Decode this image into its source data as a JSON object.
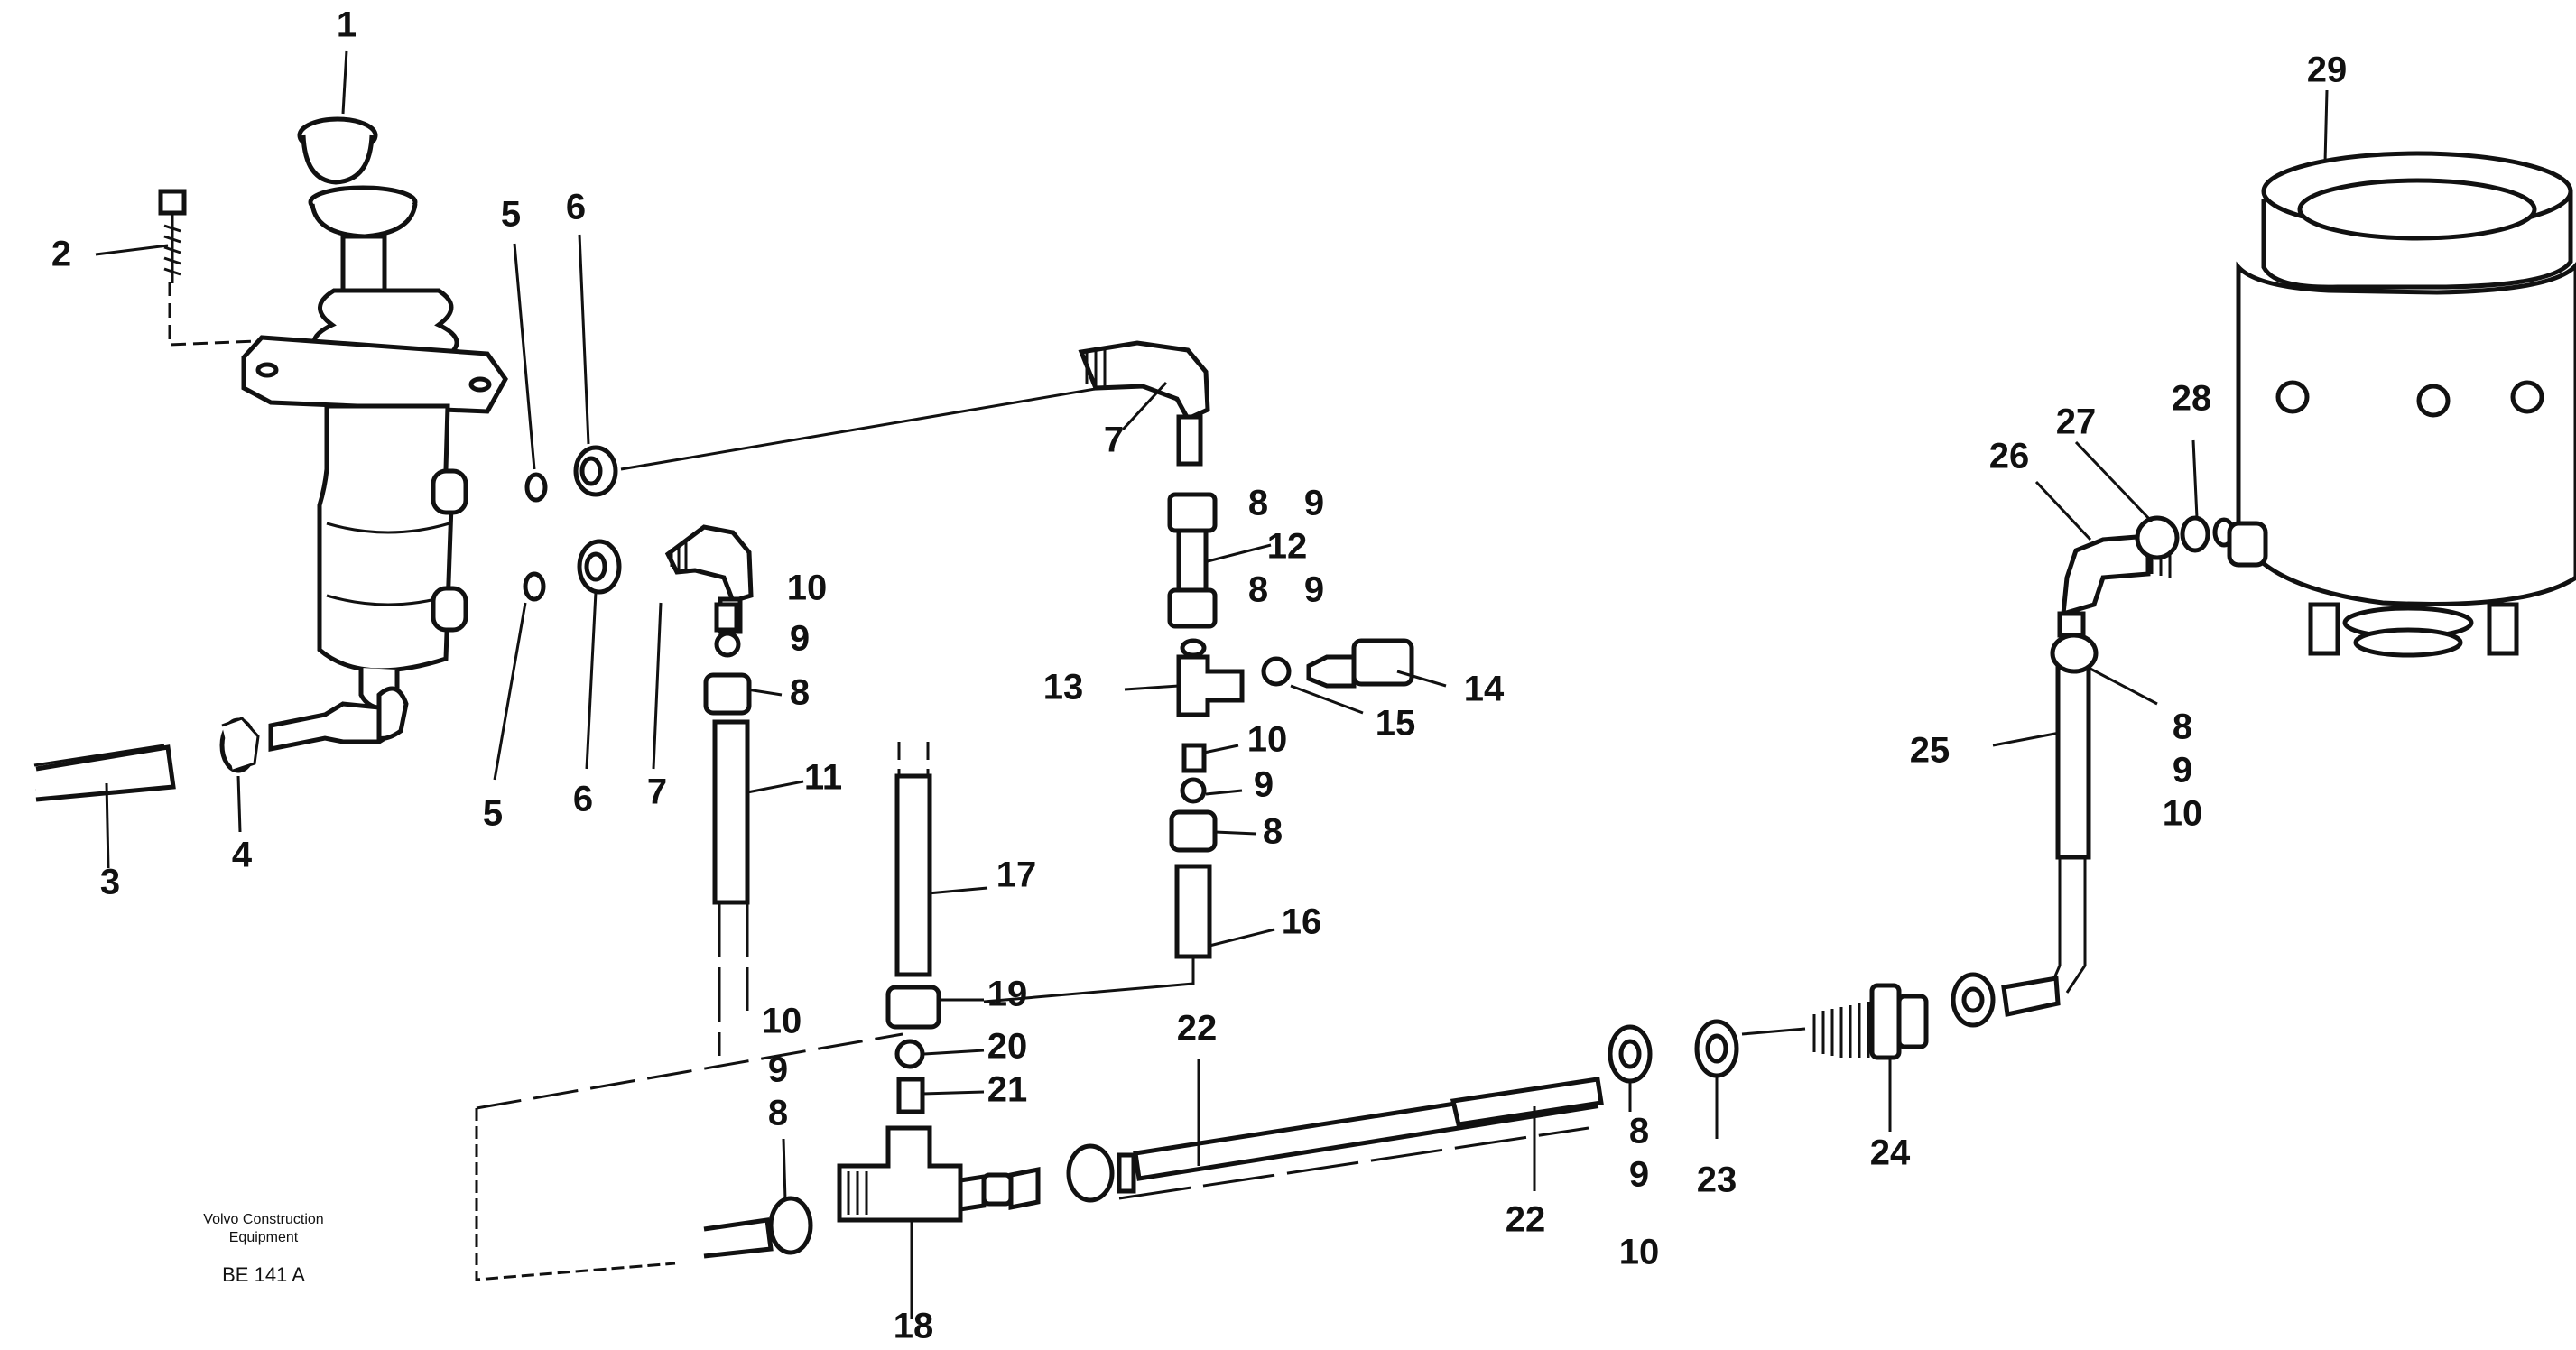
{
  "diagram": {
    "callouts": [
      {
        "id": "c1",
        "text": "1"
      },
      {
        "id": "c2",
        "text": "2"
      },
      {
        "id": "c3",
        "text": "3"
      },
      {
        "id": "c4",
        "text": "4"
      },
      {
        "id": "c5a",
        "text": "5"
      },
      {
        "id": "c5b",
        "text": "5"
      },
      {
        "id": "c6a",
        "text": "6"
      },
      {
        "id": "c6b",
        "text": "6"
      },
      {
        "id": "c7a",
        "text": "7"
      },
      {
        "id": "c7b",
        "text": "7"
      },
      {
        "id": "c8a",
        "text": "8"
      },
      {
        "id": "c9a",
        "text": "9"
      },
      {
        "id": "c12",
        "text": "12"
      },
      {
        "id": "c8b",
        "text": "8"
      },
      {
        "id": "c9b",
        "text": "9"
      },
      {
        "id": "c10a",
        "text": "10"
      },
      {
        "id": "c9c",
        "text": "9"
      },
      {
        "id": "c8c",
        "text": "8"
      },
      {
        "id": "c11",
        "text": "11"
      },
      {
        "id": "c13",
        "text": "13"
      },
      {
        "id": "c14",
        "text": "14"
      },
      {
        "id": "c15",
        "text": "15"
      },
      {
        "id": "c10b",
        "text": "10"
      },
      {
        "id": "c9d",
        "text": "9"
      },
      {
        "id": "c8d",
        "text": "8"
      },
      {
        "id": "c16",
        "text": "16"
      },
      {
        "id": "c17",
        "text": "17"
      },
      {
        "id": "c19",
        "text": "19"
      },
      {
        "id": "c20",
        "text": "20"
      },
      {
        "id": "c21",
        "text": "21"
      },
      {
        "id": "c10c",
        "text": "10"
      },
      {
        "id": "c9e",
        "text": "9"
      },
      {
        "id": "c8e",
        "text": "8"
      },
      {
        "id": "c18",
        "text": "18"
      },
      {
        "id": "c22a",
        "text": "22"
      },
      {
        "id": "c22b",
        "text": "22"
      },
      {
        "id": "c8f",
        "text": "8"
      },
      {
        "id": "c9f",
        "text": "9"
      },
      {
        "id": "c10d",
        "text": "10"
      },
      {
        "id": "c23",
        "text": "23"
      },
      {
        "id": "c24",
        "text": "24"
      },
      {
        "id": "c25",
        "text": "25"
      },
      {
        "id": "c8g",
        "text": "8"
      },
      {
        "id": "c9g",
        "text": "9"
      },
      {
        "id": "c10e",
        "text": "10"
      },
      {
        "id": "c26",
        "text": "26"
      },
      {
        "id": "c27",
        "text": "27"
      },
      {
        "id": "c28",
        "text": "28"
      },
      {
        "id": "c29",
        "text": "29"
      }
    ],
    "maker_line1": "Volvo Construction",
    "maker_line2": "Equipment",
    "ref_code": "BE 141 A"
  }
}
